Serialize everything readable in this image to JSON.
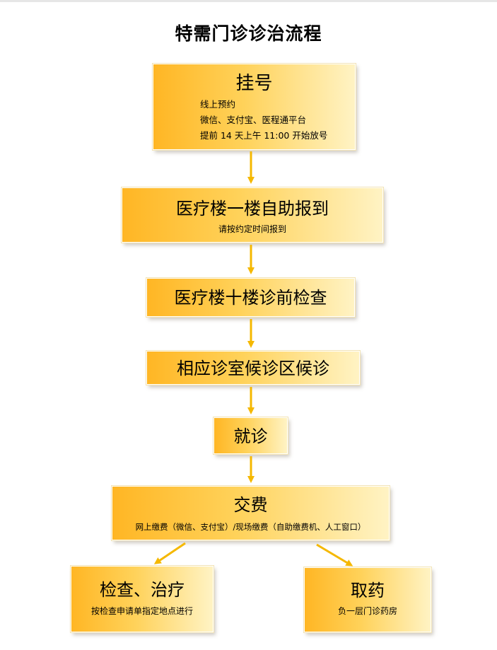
{
  "title": "特需门诊诊治流程",
  "colors": {
    "arrow": "#f5b800",
    "box_gradient_start": "#ffb624",
    "box_gradient_mid": "#ffd25a",
    "box_gradient_end": "#fff3c4"
  },
  "steps": {
    "register": {
      "title": "挂号",
      "lines": [
        "线上预约",
        "微信、支付宝、医程通平台",
        "提前 14 天上午 11:00 开始放号"
      ]
    },
    "checkin": {
      "title": "医疗楼一楼自助报到",
      "note": "请按约定时间报到"
    },
    "precheck": {
      "title": "医疗楼十楼诊前检查"
    },
    "waiting": {
      "title": "相应诊室候诊区候诊"
    },
    "consult": {
      "title": "就诊"
    },
    "payment": {
      "title": "交费",
      "note": "网上缴费（微信、支付宝）/现场缴费（自助缴费机、人工窗口）"
    },
    "exam": {
      "title": "检查、治疗",
      "note": "按检查申请单指定地点进行"
    },
    "pharmacy": {
      "title": "取药",
      "note": "负一层门诊药房"
    }
  }
}
